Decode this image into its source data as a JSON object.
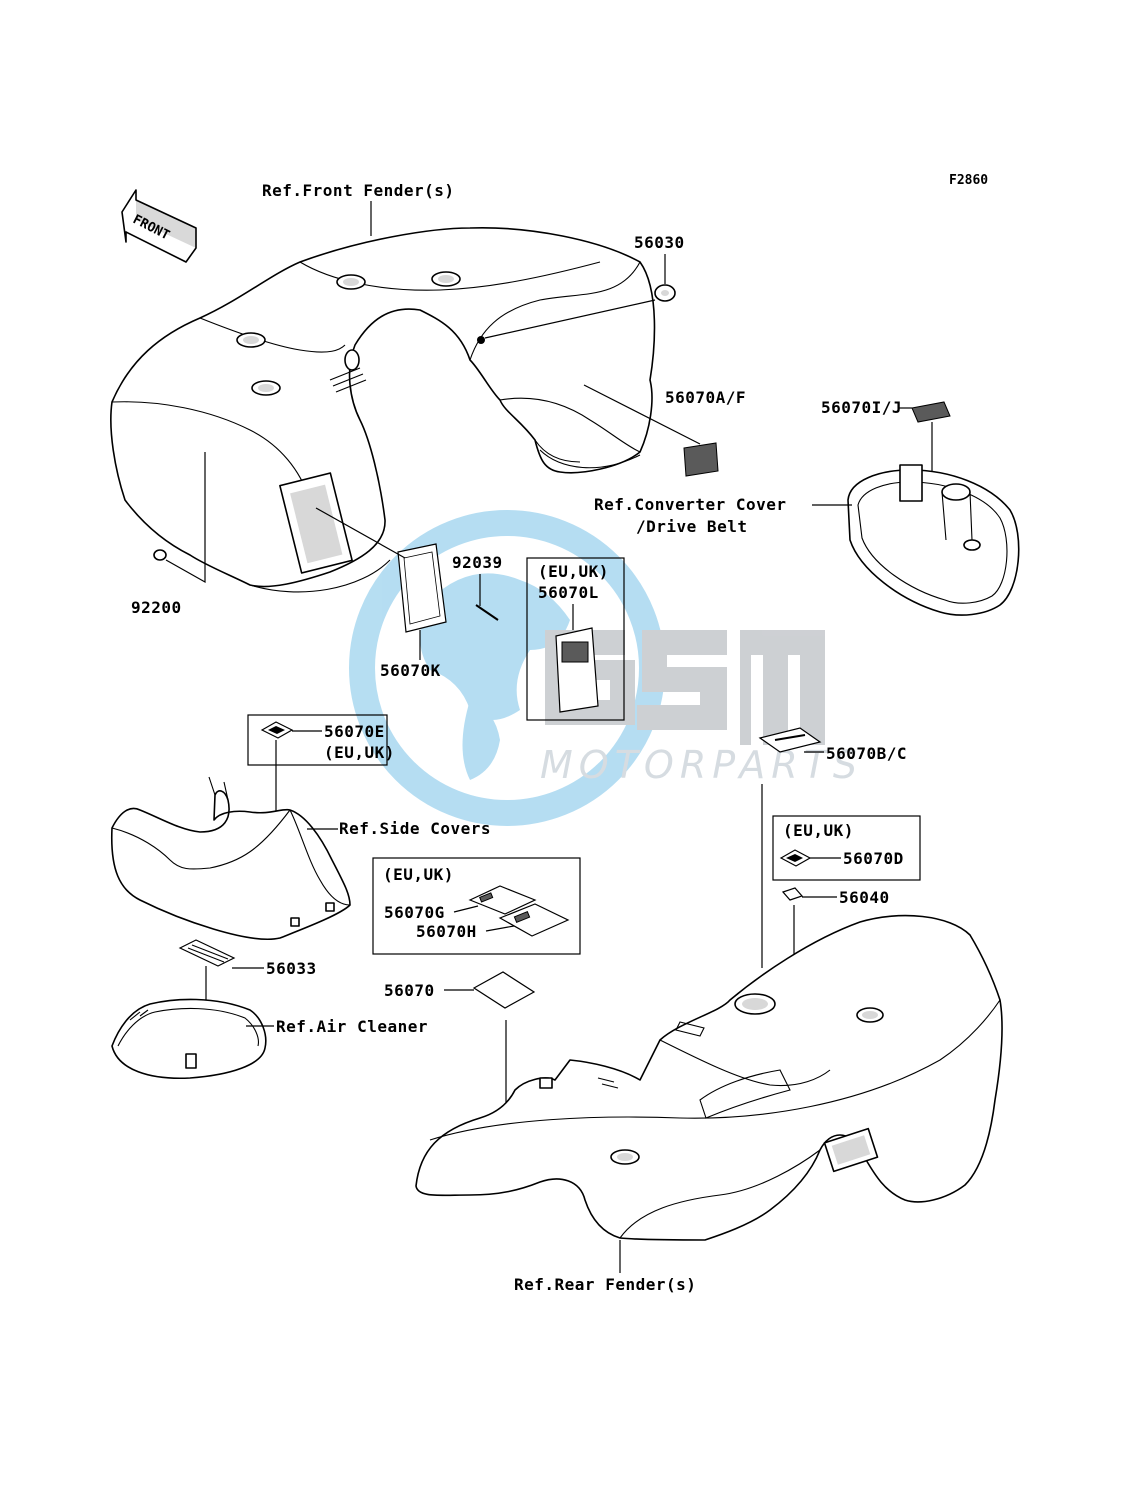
{
  "figure_code": "F2860",
  "direction_arrow": "FRONT",
  "watermark": {
    "logo": "GSM",
    "text": "MOTORPARTS",
    "colors": {
      "globe": "#a9d8f0",
      "letters": "#c5c8cc"
    }
  },
  "references": {
    "front_fender": "Ref.Front Fender(s)",
    "converter_cover_line1": "Ref.Converter Cover",
    "converter_cover_line2": "/Drive Belt",
    "side_covers": "Ref.Side Covers",
    "air_cleaner": "Ref.Air Cleaner",
    "rear_fender": "Ref.Rear Fender(s)"
  },
  "parts": {
    "p56030": "56030",
    "p56070af": "56070A/F",
    "p56070ij": "56070I/J",
    "p92200": "92200",
    "p92039": "92039",
    "p56070k": "56070K",
    "p56070l": "56070L",
    "p56070e": "56070E",
    "p56070bc": "56070B/C",
    "p56070d": "56070D",
    "p56040": "56040",
    "p56070g": "56070G",
    "p56070h": "56070H",
    "p56033": "56033",
    "p56070": "56070"
  },
  "region_notes": {
    "l_box": "(EU,UK)",
    "e_box": "(EU,UK)",
    "d_box": "(EU,UK)",
    "gh_box": "(EU,UK)"
  },
  "icons": [
    "front-arrow-icon",
    "gsm-motorparts-watermark"
  ]
}
